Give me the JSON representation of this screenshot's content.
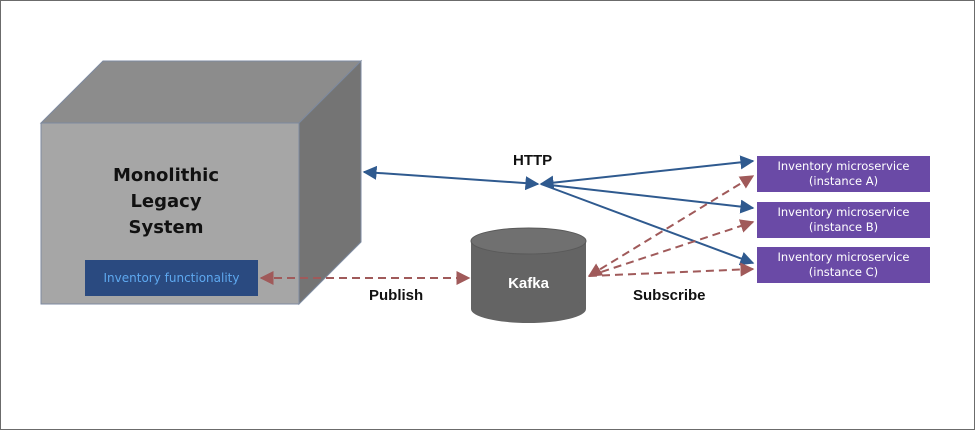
{
  "monolith": {
    "title_lines": [
      "Monolithic",
      "Legacy",
      "System"
    ],
    "inner_box": "Inventory functionality"
  },
  "kafka": {
    "label": "Kafka"
  },
  "labels": {
    "http": "HTTP",
    "publish": "Publish",
    "subscribe": "Subscribe"
  },
  "microservices": [
    {
      "line1": "Inventory microservice",
      "line2": "(instance A)"
    },
    {
      "line1": "Inventory microservice",
      "line2": "(instance B)"
    },
    {
      "line1": "Inventory microservice",
      "line2": "(instance C)"
    }
  ],
  "colors": {
    "http_arrow": "#2f5a8f",
    "event_arrow": "#a05a5a",
    "microservice_fill": "#6a4aa6",
    "inner_box_fill": "#2a4a80",
    "cube_front": "#a6a6a6",
    "cube_top": "#8c8c8c",
    "cube_side": "#747474",
    "kafka_fill": "#646464"
  }
}
